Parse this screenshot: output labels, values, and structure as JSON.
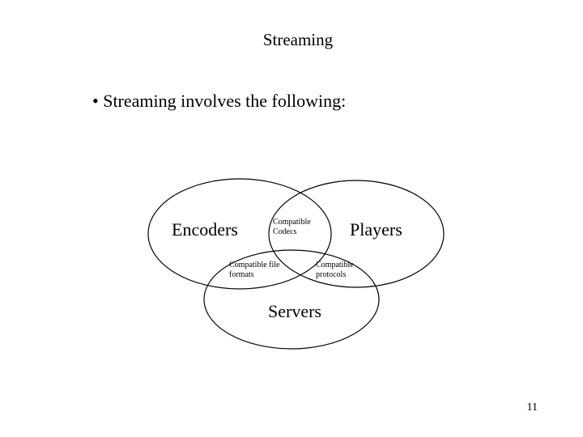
{
  "slide": {
    "title": "Streaming",
    "bullet_marker": "•",
    "bullet_text": "Streaming involves the following:",
    "page_number": "11"
  },
  "diagram": {
    "sets": {
      "encoders": "Encoders",
      "players": "Players",
      "servers": "Servers"
    },
    "overlaps": {
      "encoders_players": [
        "Compatible",
        "Codecs"
      ],
      "encoders_servers": [
        "Compatible file",
        "formats"
      ],
      "players_servers": [
        "Compatible",
        "protocols"
      ]
    }
  }
}
